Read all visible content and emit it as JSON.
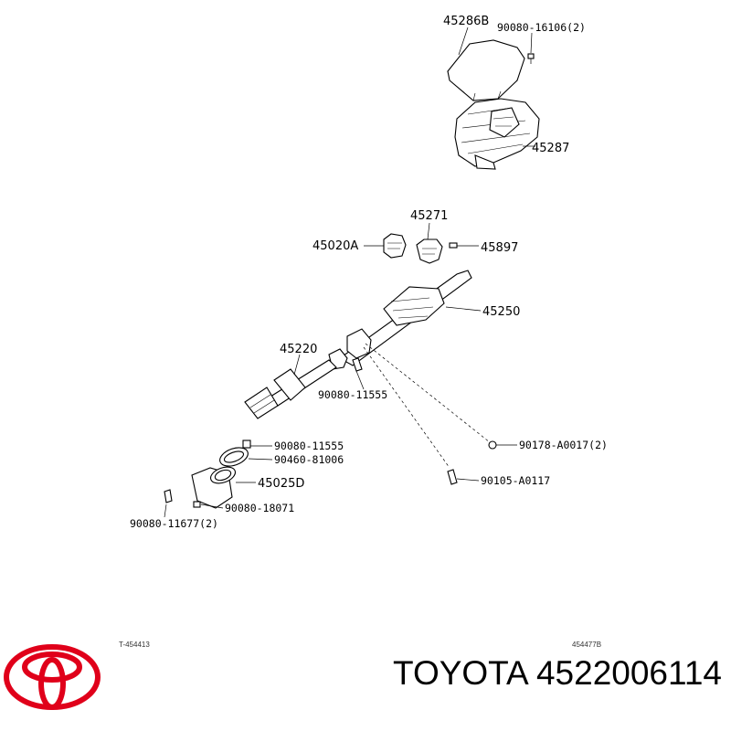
{
  "parts": [
    {
      "id": "45286B"
    },
    {
      "id": "90080-16106(2)"
    },
    {
      "id": "45287"
    },
    {
      "id": "45271"
    },
    {
      "id": "45020A"
    },
    {
      "id": "45897"
    },
    {
      "id": "45250"
    },
    {
      "id": "45220"
    },
    {
      "id": "90080-11555"
    },
    {
      "id": "90178-A0017(2)"
    },
    {
      "id": "90080-11555"
    },
    {
      "id": "90460-81006"
    },
    {
      "id": "45025D"
    },
    {
      "id": "90105-A0117"
    },
    {
      "id": "90080-18071"
    },
    {
      "id": "90080-11677(2)"
    }
  ],
  "footer": {
    "left_code": "T-454413",
    "right_code": "454477B"
  },
  "brand": {
    "name": "TOYOTA",
    "part_number": "4522006114",
    "logo_color": "#e0001a"
  }
}
